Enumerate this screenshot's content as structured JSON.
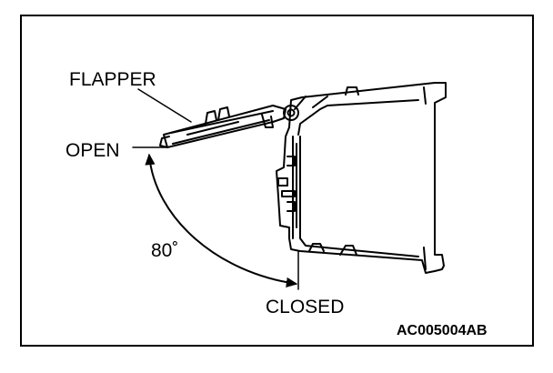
{
  "labels": {
    "flapper": "FLAPPER",
    "open": "OPEN",
    "angle": "80˚",
    "closed": "CLOSED",
    "code": "AC005004AB"
  },
  "colors": {
    "ink": "#000000",
    "paper": "#ffffff"
  }
}
